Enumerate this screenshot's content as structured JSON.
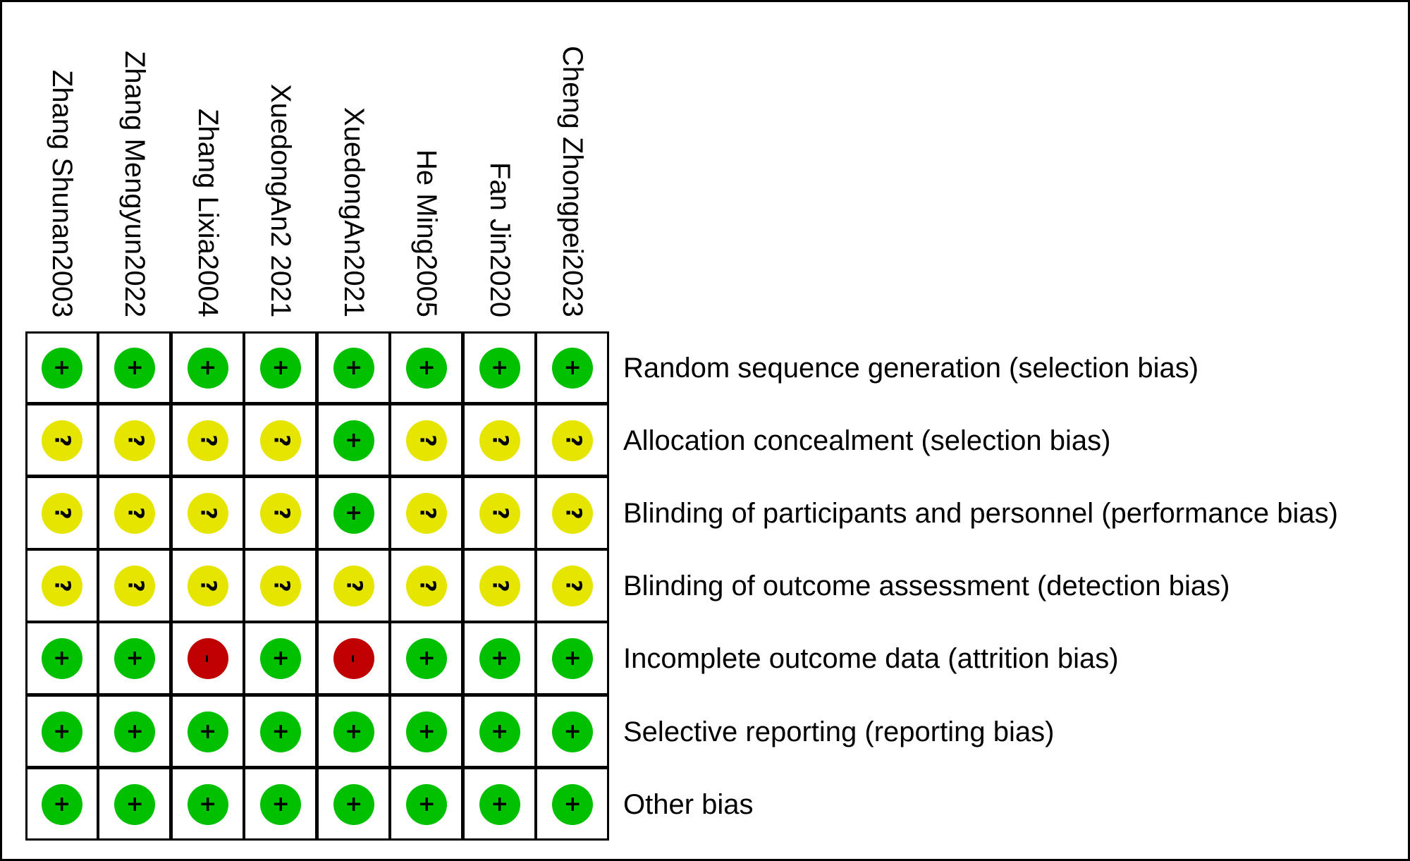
{
  "studies": [
    "Zhang Shunan2003",
    "Zhang Mengyun2022",
    "Zhang Lixia2004",
    "XuedongAn2 2021",
    "XuedongAn2021",
    "He Ming2005",
    "Fan Jin2020",
    "Cheng Zhongpei2023"
  ],
  "domains": [
    "Random sequence generation (selection bias)",
    "Allocation concealment (selection bias)",
    "Blinding of participants and personnel (performance bias)",
    "Blinding of outcome assessment (detection bias)",
    "Incomplete outcome data (attrition bias)",
    "Selective reporting (reporting bias)",
    "Other bias"
  ],
  "judgements": [
    [
      "low",
      "low",
      "low",
      "low",
      "low",
      "low",
      "low",
      "low"
    ],
    [
      "unclear",
      "unclear",
      "unclear",
      "unclear",
      "low",
      "unclear",
      "unclear",
      "unclear"
    ],
    [
      "unclear",
      "unclear",
      "unclear",
      "unclear",
      "low",
      "unclear",
      "unclear",
      "unclear"
    ],
    [
      "unclear",
      "unclear",
      "unclear",
      "unclear",
      "unclear",
      "unclear",
      "unclear",
      "unclear"
    ],
    [
      "low",
      "low",
      "high",
      "low",
      "high",
      "low",
      "low",
      "low"
    ],
    [
      "low",
      "low",
      "low",
      "low",
      "low",
      "low",
      "low",
      "low"
    ],
    [
      "low",
      "low",
      "low",
      "low",
      "low",
      "low",
      "low",
      "low"
    ]
  ],
  "symbols": {
    "low": "+",
    "unclear": "?",
    "high": "–"
  },
  "colors": {
    "low": "#00c000",
    "unclear": "#e5e500",
    "high": "#c00000"
  }
}
